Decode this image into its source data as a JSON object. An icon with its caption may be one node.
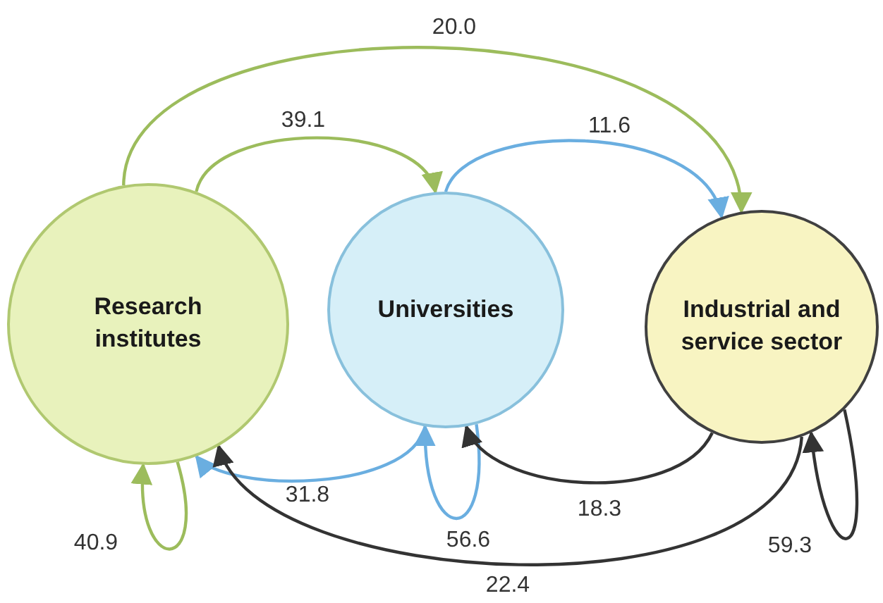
{
  "diagram": {
    "nodes": [
      {
        "text": [
          "Research institutes"
        ]
      },
      {
        "text": [
          "Universities"
        ]
      },
      {
        "text": [
          "Industrial and service sector"
        ]
      }
    ],
    "edges": [
      {
        "from": 0,
        "to": 2,
        "arrow": "to",
        "label": "20.0",
        "color": "#9cbc5c"
      },
      {
        "from": 0,
        "to": 1,
        "arrow": "to",
        "label": "39.1",
        "color": "#9cbc5c"
      },
      {
        "from": 1,
        "to": 2,
        "arrow": "to",
        "label": "11.6",
        "color": "#6aaee0"
      },
      {
        "from": 1,
        "to": 0,
        "arrow": "to",
        "label": "31.8",
        "color": "#6aaee0"
      },
      {
        "from": 0,
        "to": 0,
        "arrow": "to",
        "label": "40.9",
        "color": "#9cbc5c"
      },
      {
        "from": 1,
        "to": 1,
        "arrow": "to",
        "label": "56.6",
        "color": "#6aaee0"
      },
      {
        "from": 2,
        "to": 1,
        "arrow": "to",
        "label": "18.3",
        "color": "#333333"
      },
      {
        "from": 2,
        "to": 0,
        "arrow": "to",
        "label": "22.4",
        "color": "#333333"
      },
      {
        "from": 2,
        "to": 2,
        "arrow": "to",
        "label": "59.3",
        "color": "#333333"
      }
    ]
  }
}
